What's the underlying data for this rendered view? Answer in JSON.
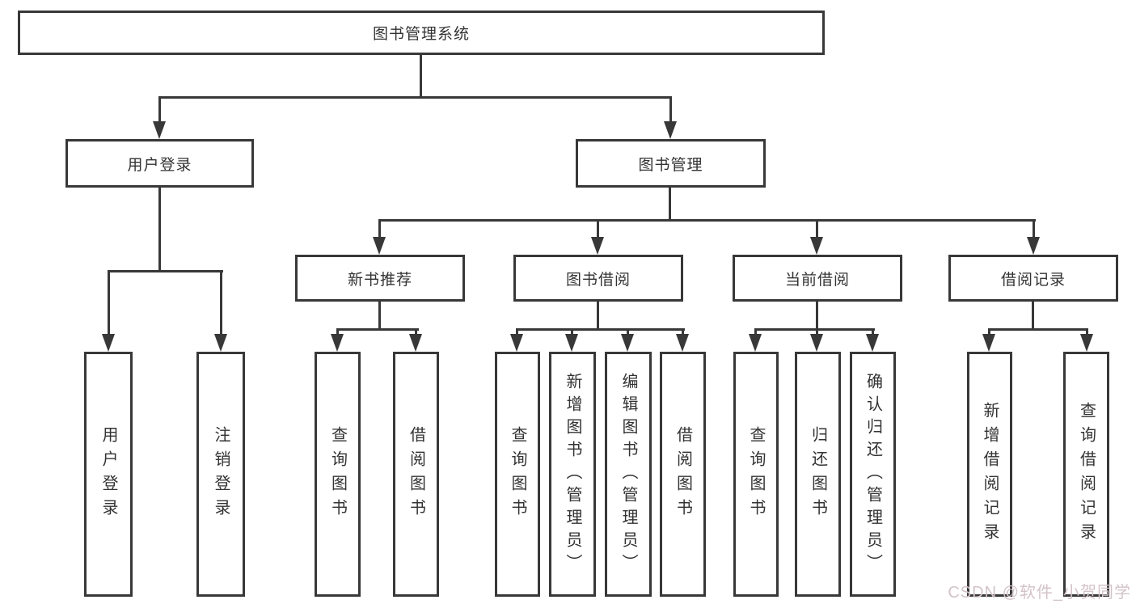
{
  "tree": {
    "root": {
      "label": "图书管理系统"
    },
    "level2": [
      {
        "label": "用户登录",
        "parent": "图书管理系统"
      },
      {
        "label": "图书管理",
        "parent": "图书管理系统"
      }
    ],
    "level3": [
      {
        "label": "新书推荐",
        "parent": "图书管理"
      },
      {
        "label": "图书借阅",
        "parent": "图书管理"
      },
      {
        "label": "当前借阅",
        "parent": "图书管理"
      },
      {
        "label": "借阅记录",
        "parent": "图书管理"
      }
    ],
    "leaves": [
      {
        "label": "用户登录",
        "parent": "用户登录"
      },
      {
        "label": "注销登录",
        "parent": "用户登录"
      },
      {
        "label": "查询图书",
        "parent": "新书推荐"
      },
      {
        "label": "借阅图书",
        "parent": "新书推荐"
      },
      {
        "label": "查询图书",
        "parent": "图书借阅"
      },
      {
        "label": "新增图书（管理员）",
        "parent": "图书借阅"
      },
      {
        "label": "编辑图书（管理员）",
        "parent": "图书借阅"
      },
      {
        "label": "借阅图书",
        "parent": "图书借阅"
      },
      {
        "label": "查询图书",
        "parent": "当前借阅"
      },
      {
        "label": "归还图书",
        "parent": "当前借阅"
      },
      {
        "label": "确认归还（管理员）",
        "parent": "当前借阅"
      },
      {
        "label": "新增借阅记录",
        "parent": "借阅记录"
      },
      {
        "label": "查询借阅记录",
        "parent": "借阅记录"
      }
    ]
  },
  "watermark": {
    "text": "CSDN @软件_小贺同学"
  },
  "colors": {
    "line": "#383838",
    "text": "#333333",
    "background": "#ffffff",
    "box_fill": "#ffffff",
    "watermark": "#d3c3c8"
  }
}
